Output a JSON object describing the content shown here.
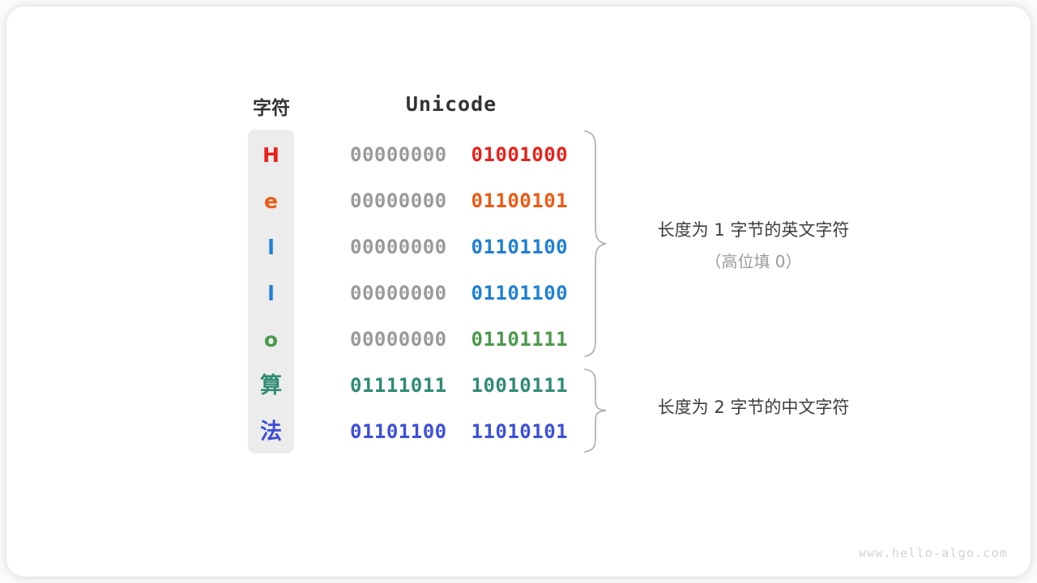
{
  "figure": {
    "title": "Unicode encoding of characters",
    "watermark": "www.hello-algo.com",
    "colors": {
      "card_bg": "#ffffff",
      "page_bg": "#fbfbfb",
      "char_panel_bg": "#ececec",
      "high_byte_gray": "#9a9a9a",
      "brace_stroke": "#aaaaaa",
      "header_text": "#333333",
      "anno_text": "#3d3d3d",
      "anno_sub_text": "#9a9a9a",
      "watermark_text": "#d3d3d3"
    }
  },
  "headers": {
    "char": "字符",
    "unicode": "Unicode"
  },
  "rows": [
    {
      "char": "H",
      "color": "#e8211a",
      "high": "00000000",
      "low": "01001000",
      "is_cjk": false
    },
    {
      "char": "e",
      "color": "#ec5a13",
      "high": "00000000",
      "low": "01100101",
      "is_cjk": false
    },
    {
      "char": "l",
      "color": "#1f7fd4",
      "high": "00000000",
      "low": "01101100",
      "is_cjk": false
    },
    {
      "char": "l",
      "color": "#1f7fd4",
      "high": "00000000",
      "low": "01101100",
      "is_cjk": false
    },
    {
      "char": "o",
      "color": "#4a9a4a",
      "high": "00000000",
      "low": "01101111",
      "is_cjk": false
    },
    {
      "char": "算",
      "color": "#2e8b74",
      "high": "01111011",
      "low": "10010111",
      "is_cjk": true
    },
    {
      "char": "法",
      "color": "#3d4fd8",
      "high": "01101100",
      "low": "11010101",
      "is_cjk": true
    }
  ],
  "annotations": [
    {
      "main": "长度为 1 字节的英文字符",
      "sub": "（高位填 0）"
    },
    {
      "main": "长度为 2 字节的中文字符",
      "sub": ""
    }
  ]
}
